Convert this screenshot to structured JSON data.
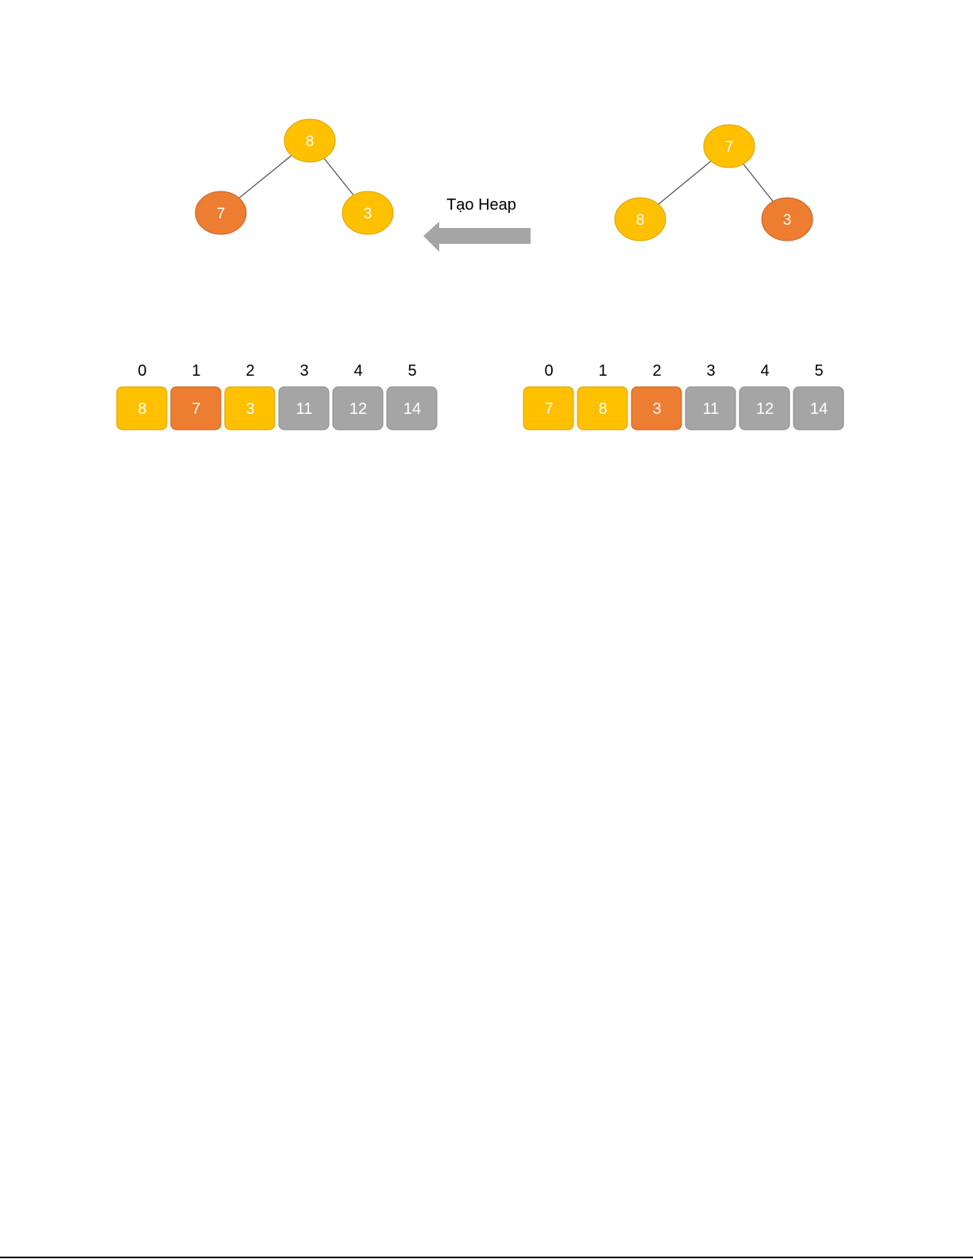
{
  "colors": {
    "yellow": "#FFC000",
    "orange": "#ED7D31",
    "gray": "#A5A5A5",
    "edge": "#595959",
    "arrow": "#A5A5A5"
  },
  "arrow_label": "Tạo Heap",
  "trees": [
    {
      "name": "after",
      "nodes": [
        {
          "value": "8",
          "color": "yellow"
        },
        {
          "value": "7",
          "color": "orange"
        },
        {
          "value": "3",
          "color": "yellow"
        }
      ]
    },
    {
      "name": "before",
      "nodes": [
        {
          "value": "7",
          "color": "yellow"
        },
        {
          "value": "8",
          "color": "yellow"
        },
        {
          "value": "3",
          "color": "orange"
        }
      ]
    }
  ],
  "arrays": [
    {
      "name": "after",
      "indices": [
        "0",
        "1",
        "2",
        "3",
        "4",
        "5"
      ],
      "cells": [
        {
          "value": "8",
          "color": "yellow"
        },
        {
          "value": "7",
          "color": "orange"
        },
        {
          "value": "3",
          "color": "yellow"
        },
        {
          "value": "11",
          "color": "gray"
        },
        {
          "value": "12",
          "color": "gray"
        },
        {
          "value": "14",
          "color": "gray"
        }
      ]
    },
    {
      "name": "before",
      "indices": [
        "0",
        "1",
        "2",
        "3",
        "4",
        "5"
      ],
      "cells": [
        {
          "value": "7",
          "color": "yellow"
        },
        {
          "value": "8",
          "color": "yellow"
        },
        {
          "value": "3",
          "color": "orange"
        },
        {
          "value": "11",
          "color": "gray"
        },
        {
          "value": "12",
          "color": "gray"
        },
        {
          "value": "14",
          "color": "gray"
        }
      ]
    }
  ]
}
